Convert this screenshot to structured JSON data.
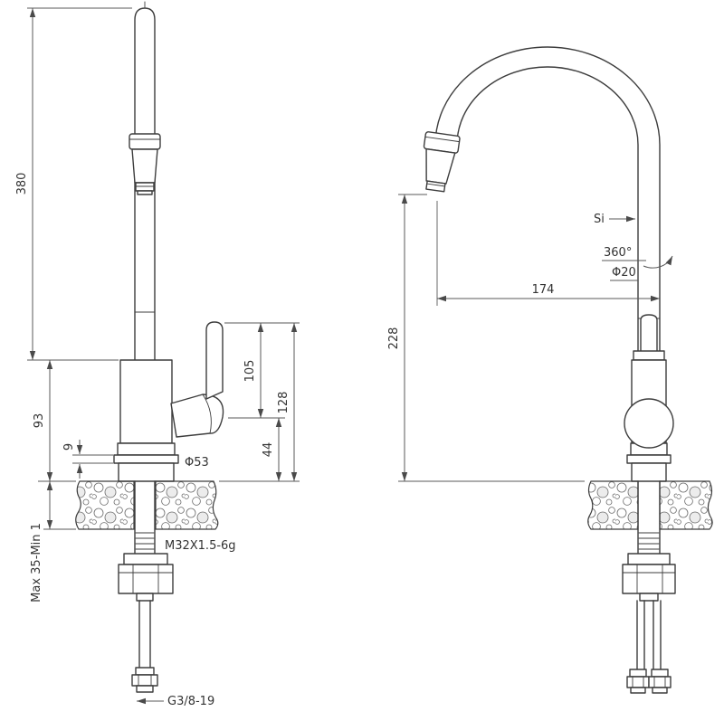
{
  "page": {
    "background": "#ffffff"
  },
  "colors": {
    "line": "#3d3d3d",
    "dimension": "#5a5a5a",
    "text": "#333333"
  },
  "drawing": {
    "left_view": {
      "dim_spout_height": "380",
      "dim_body_height": "93",
      "dim_flange_thickness": "9",
      "dim_handle_height": "105",
      "dim_body_to_deck": "44",
      "dim_total_above_deck": "128",
      "label_base_diameter": "Φ53",
      "label_deck_thickness_range": "Max 35-Min 1",
      "label_mounting_thread": "M32X1.5-6g",
      "label_inlet_thread": "G3/8-19"
    },
    "right_view": {
      "dim_outlet_clearance": "228",
      "dim_spout_reach": "174",
      "label_si": "Si",
      "label_swivel_angle": "360°",
      "label_spout_diameter": "Φ20"
    }
  }
}
